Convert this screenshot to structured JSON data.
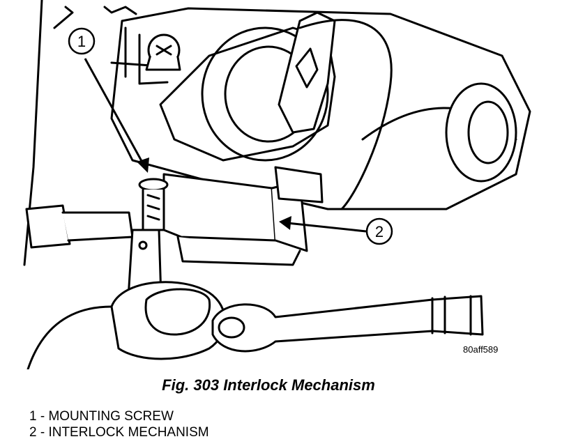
{
  "figure": {
    "id": "80aff589",
    "caption": "Fig. 303 Interlock Mechanism"
  },
  "callouts": [
    {
      "number": "1",
      "label": "MOUNTING SCREW"
    },
    {
      "number": "2",
      "label": "INTERLOCK MECHANISM"
    }
  ],
  "legend": [
    "1 - MOUNTING SCREW",
    "2 - INTERLOCK MECHANISM"
  ]
}
